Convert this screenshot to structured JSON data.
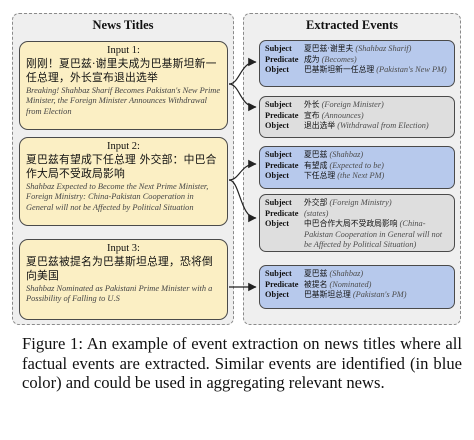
{
  "figure": {
    "left_title": "News Titles",
    "right_title": "Extracted Events",
    "inputs": [
      {
        "label": "Input 1:",
        "zh": "刚刚！夏巴兹·谢里夫成为巴基斯坦新一任总理，外长宣布退出选举",
        "en": "Breaking! Shahbaz Sharif Becomes Pakistan's New Prime Minister, the Foreign Minister Announces Withdrawal from Election"
      },
      {
        "label": "Input 2:",
        "zh": "夏巴兹有望成下任总理 外交部：中巴合作大局不受政局影响",
        "en": "Shahbaz Expected to Become the Next Prime Minister, Foreign Ministry: China-Pakistan Cooperation in General will not be Affected by Political Situation"
      },
      {
        "label": "Input 3:",
        "zh": "夏巴兹被提名为巴基斯坦总理，恐将倒向美国",
        "en": "Shahbaz Nominated as Pakistani Prime Minister with a Possibility of Falling to U.S"
      }
    ],
    "role_labels": {
      "subject": "Subject",
      "predicate": "Predicate",
      "object": "Object"
    },
    "events": [
      {
        "color": "blue",
        "subject": {
          "zh": "夏巴兹·谢里夫",
          "en": "(Shahbaz Sharif)"
        },
        "predicate": {
          "zh": "成为",
          "en": "(Becomes)"
        },
        "object": {
          "zh": "巴基斯坦新一任总理",
          "en": "(Pakistan's New PM)"
        }
      },
      {
        "color": "gray",
        "subject": {
          "zh": "外长",
          "en": "(Foreign Minister)"
        },
        "predicate": {
          "zh": "宣布",
          "en": "(Announces)"
        },
        "object": {
          "zh": "退出选举",
          "en": "(Withdrawal from Election)"
        }
      },
      {
        "color": "blue",
        "subject": {
          "zh": "夏巴兹",
          "en": "(Shahbaz)"
        },
        "predicate": {
          "zh": "有望成",
          "en": "(Expected to be)"
        },
        "object": {
          "zh": "下任总理",
          "en": "(the Next PM)"
        }
      },
      {
        "color": "gray",
        "subject": {
          "zh": "外交部",
          "en": "(Foreign Ministry)"
        },
        "predicate": {
          "zh": "",
          "en": "(states)"
        },
        "object": {
          "zh": "中巴合作大局不受政局影响",
          "en": "(China-Pakistan Cooperation in General will not be Affected by Political Situation)"
        }
      },
      {
        "color": "blue",
        "subject": {
          "zh": "夏巴兹",
          "en": "(Shahbaz)"
        },
        "predicate": {
          "zh": "被提名",
          "en": "(Nominated)"
        },
        "object": {
          "zh": "巴基斯坦总理",
          "en": "(Pakistan's PM)"
        }
      }
    ],
    "colors": {
      "blue_event": "#b7c9ec",
      "gray_event": "#dedede",
      "input_fill": "#fbefc4",
      "panel_fill": "#efefef"
    }
  },
  "caption": "Figure 1: An example of event extraction on news titles where all factual events are extracted. Similar events are identified (in blue color) and could be used in aggregating relevant news."
}
